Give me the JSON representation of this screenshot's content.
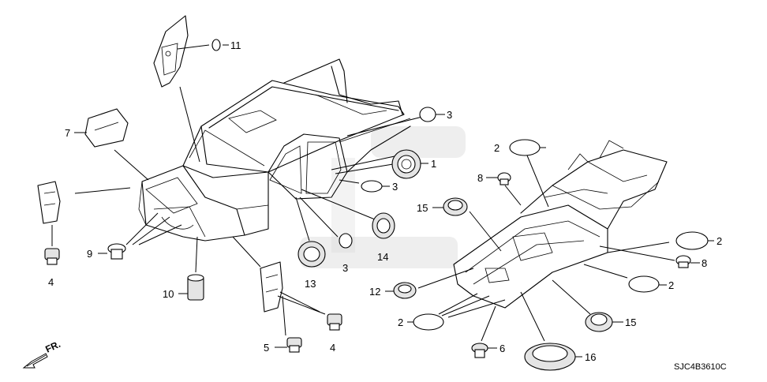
{
  "diagram_code": "SJC4B3610C",
  "front_label": "FR.",
  "callouts": {
    "c1": "1",
    "c2a": "2",
    "c2b": "2",
    "c2c": "2",
    "c2d": "2",
    "c3a": "3",
    "c3b": "3",
    "c3c": "3",
    "c4a": "4",
    "c4b": "4",
    "c5": "5",
    "c6": "6",
    "c7": "7",
    "c8a": "8",
    "c8b": "8",
    "c9": "9",
    "c10": "10",
    "c11": "11",
    "c12": "12",
    "c13": "13",
    "c14": "14",
    "c15a": "15",
    "c15b": "15",
    "c16": "16"
  },
  "colors": {
    "line": "#000000",
    "watermark": "#cfcfcf",
    "part_fill": "#e4e4e4"
  },
  "icons": {
    "front_arrow": "arrow-left-down-icon"
  }
}
